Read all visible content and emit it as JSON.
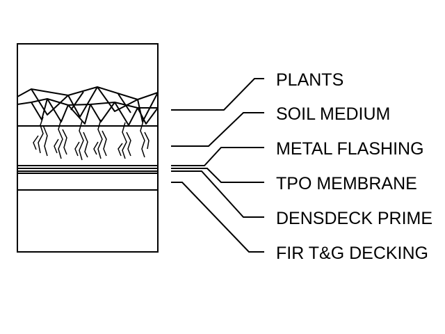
{
  "diagram": {
    "stroke_color": "#000000",
    "background_color": "#ffffff",
    "labels": [
      "PLANTS",
      "SOIL MEDIUM",
      "METAL FLASHING",
      "TPO MEMBRANE",
      "DENSDECK PRIME",
      "FIR T&G DECKING"
    ]
  }
}
